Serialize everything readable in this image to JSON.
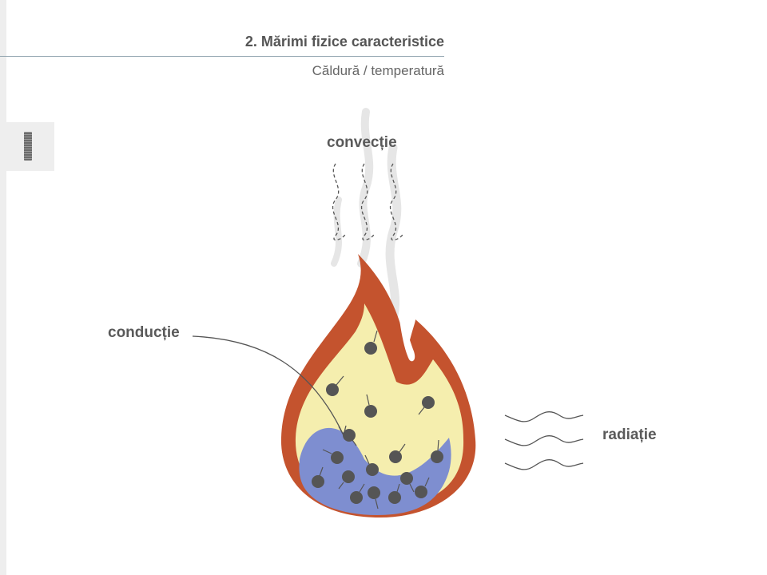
{
  "header": {
    "title": "2. Mărimi fizice caracteristice",
    "subtitle": "Căldură / temperatură"
  },
  "diagram": {
    "labels": {
      "convection": "convecție",
      "conduction": "conducție",
      "radiation": "radiație"
    },
    "colors": {
      "flame_outer": "#c4532e",
      "flame_inner": "#f5eeae",
      "flame_base": "#7e8ed0",
      "particle": "#555555",
      "smoke": "#e4e4e4",
      "line": "#555555"
    },
    "icons": [
      "flame-icon",
      "smoke-icon",
      "heat-wave-icon",
      "particle-icon"
    ]
  }
}
